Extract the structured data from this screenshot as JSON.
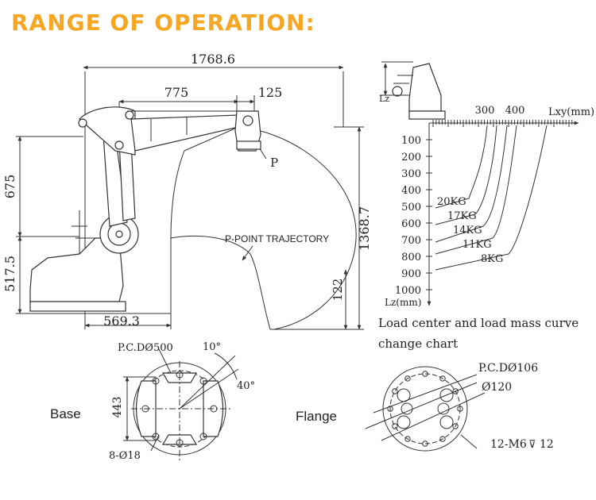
{
  "title": "RANGE OF OPERATION:",
  "accent_color": "#f5a623",
  "range": {
    "total_reach": "1768.6",
    "arm_upper": "775",
    "arm_offset": "125",
    "height_upper": "675",
    "height_lower": "517.5",
    "vertical_range": "1368.7",
    "bottom_offset": "122",
    "inner_radius": "569.3",
    "point_label": "P",
    "trajectory_label": "P-POINT TRAJECTORY"
  },
  "load_chart": {
    "x_axis_label": "Lxy(mm)",
    "y_axis_label": "Lz(mm)",
    "x_ticks": [
      "300",
      "400"
    ],
    "y_ticks": [
      "100",
      "200",
      "300",
      "400",
      "500",
      "600",
      "700",
      "800",
      "900",
      "1000"
    ],
    "curves": [
      "20KG",
      "17KG",
      "14KG",
      "11KG",
      "8KG"
    ],
    "caption_line1": "Load center and load mass curve",
    "caption_line2": "change chart"
  },
  "base": {
    "label": "Base",
    "pcd": "P.C.DØ500",
    "angle1": "10°",
    "angle2": "40°",
    "width": "443",
    "holes": "8-Ø18"
  },
  "flange": {
    "label": "Flange",
    "pcd": "P.C.DØ106",
    "diameter": "Ø120",
    "threads": "12-M6",
    "depth": "12"
  }
}
